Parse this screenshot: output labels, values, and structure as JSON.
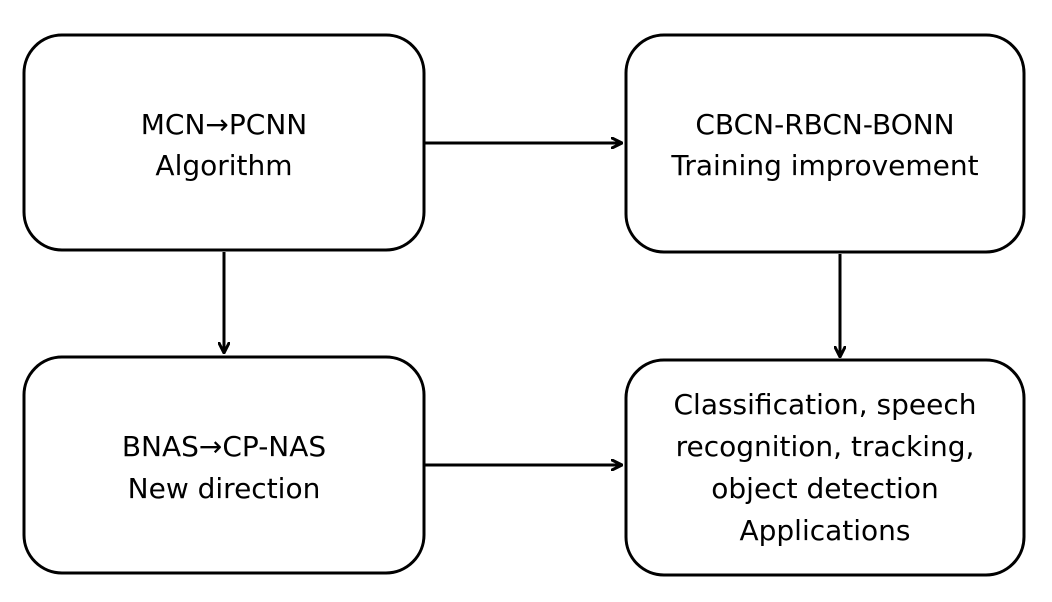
{
  "nodes": [
    {
      "id": "algorithm",
      "lines": [
        "MCN→PCNN",
        "Algorithm"
      ]
    },
    {
      "id": "training-improvement",
      "lines": [
        "CBCN-RBCN-BONN",
        "Training improvement"
      ]
    },
    {
      "id": "new-direction",
      "lines": [
        "BNAS→CP-NAS",
        "New direction"
      ]
    },
    {
      "id": "applications",
      "lines": [
        "Classification, speech",
        "recognition, tracking,",
        "object detection",
        "Applications"
      ]
    }
  ],
  "edges": [
    {
      "from": "algorithm",
      "to": "training-improvement"
    },
    {
      "from": "algorithm",
      "to": "new-direction"
    },
    {
      "from": "training-improvement",
      "to": "applications"
    },
    {
      "from": "new-direction",
      "to": "applications"
    }
  ],
  "colors": {
    "stroke": "#000000",
    "fill": "#ffffff",
    "text": "#000000"
  }
}
